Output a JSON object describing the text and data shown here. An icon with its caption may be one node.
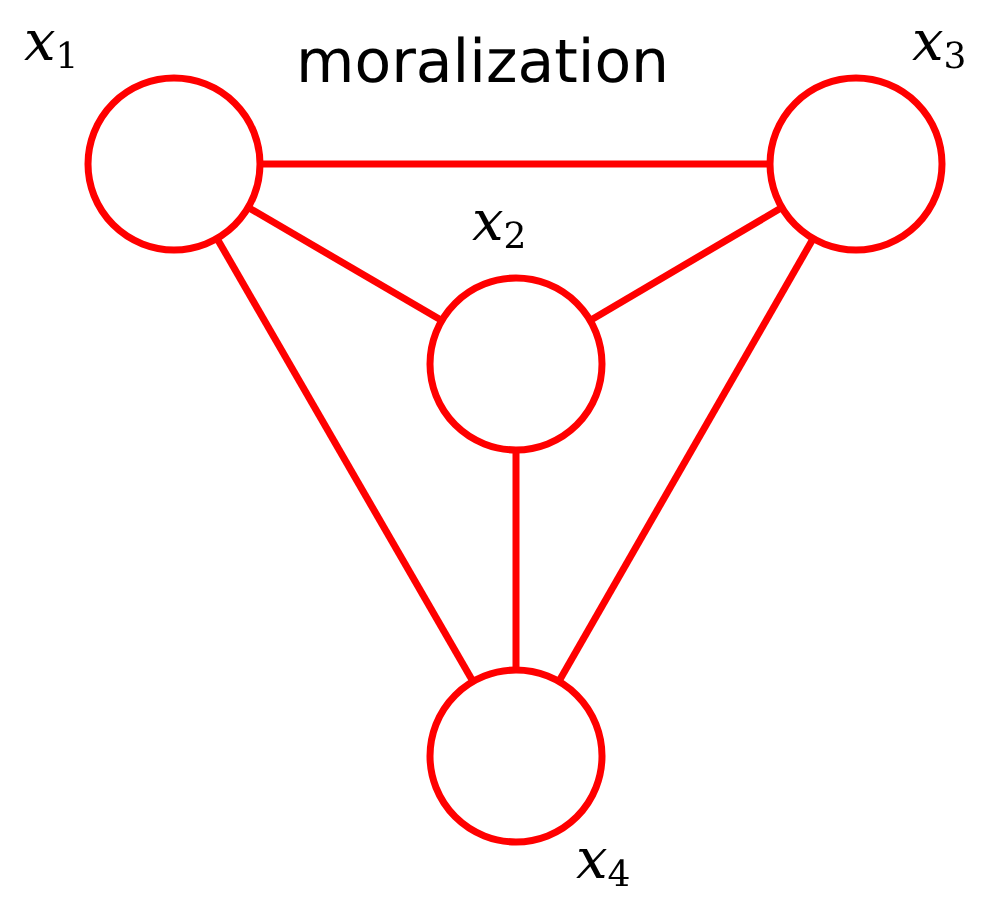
{
  "diagram": {
    "title": "moralization",
    "nodes": [
      {
        "text": [
          "*x*$_{1}$"
        ]
      },
      {
        "text": [
          "*x*$_{3}$"
        ]
      },
      {
        "text": [
          "*x*$_{2}$"
        ]
      },
      {
        "text": [
          "*x*$_{4}$"
        ]
      }
    ],
    "edges": [
      {
        "from": 0,
        "to": 1,
        "arrow": "none"
      },
      {
        "from": 0,
        "to": 2,
        "arrow": "none"
      },
      {
        "from": 1,
        "to": 2,
        "arrow": "none"
      },
      {
        "from": 0,
        "to": 3,
        "arrow": "none"
      },
      {
        "from": 1,
        "to": 3,
        "arrow": "none"
      },
      {
        "from": 2,
        "to": 3,
        "arrow": "none"
      }
    ]
  }
}
